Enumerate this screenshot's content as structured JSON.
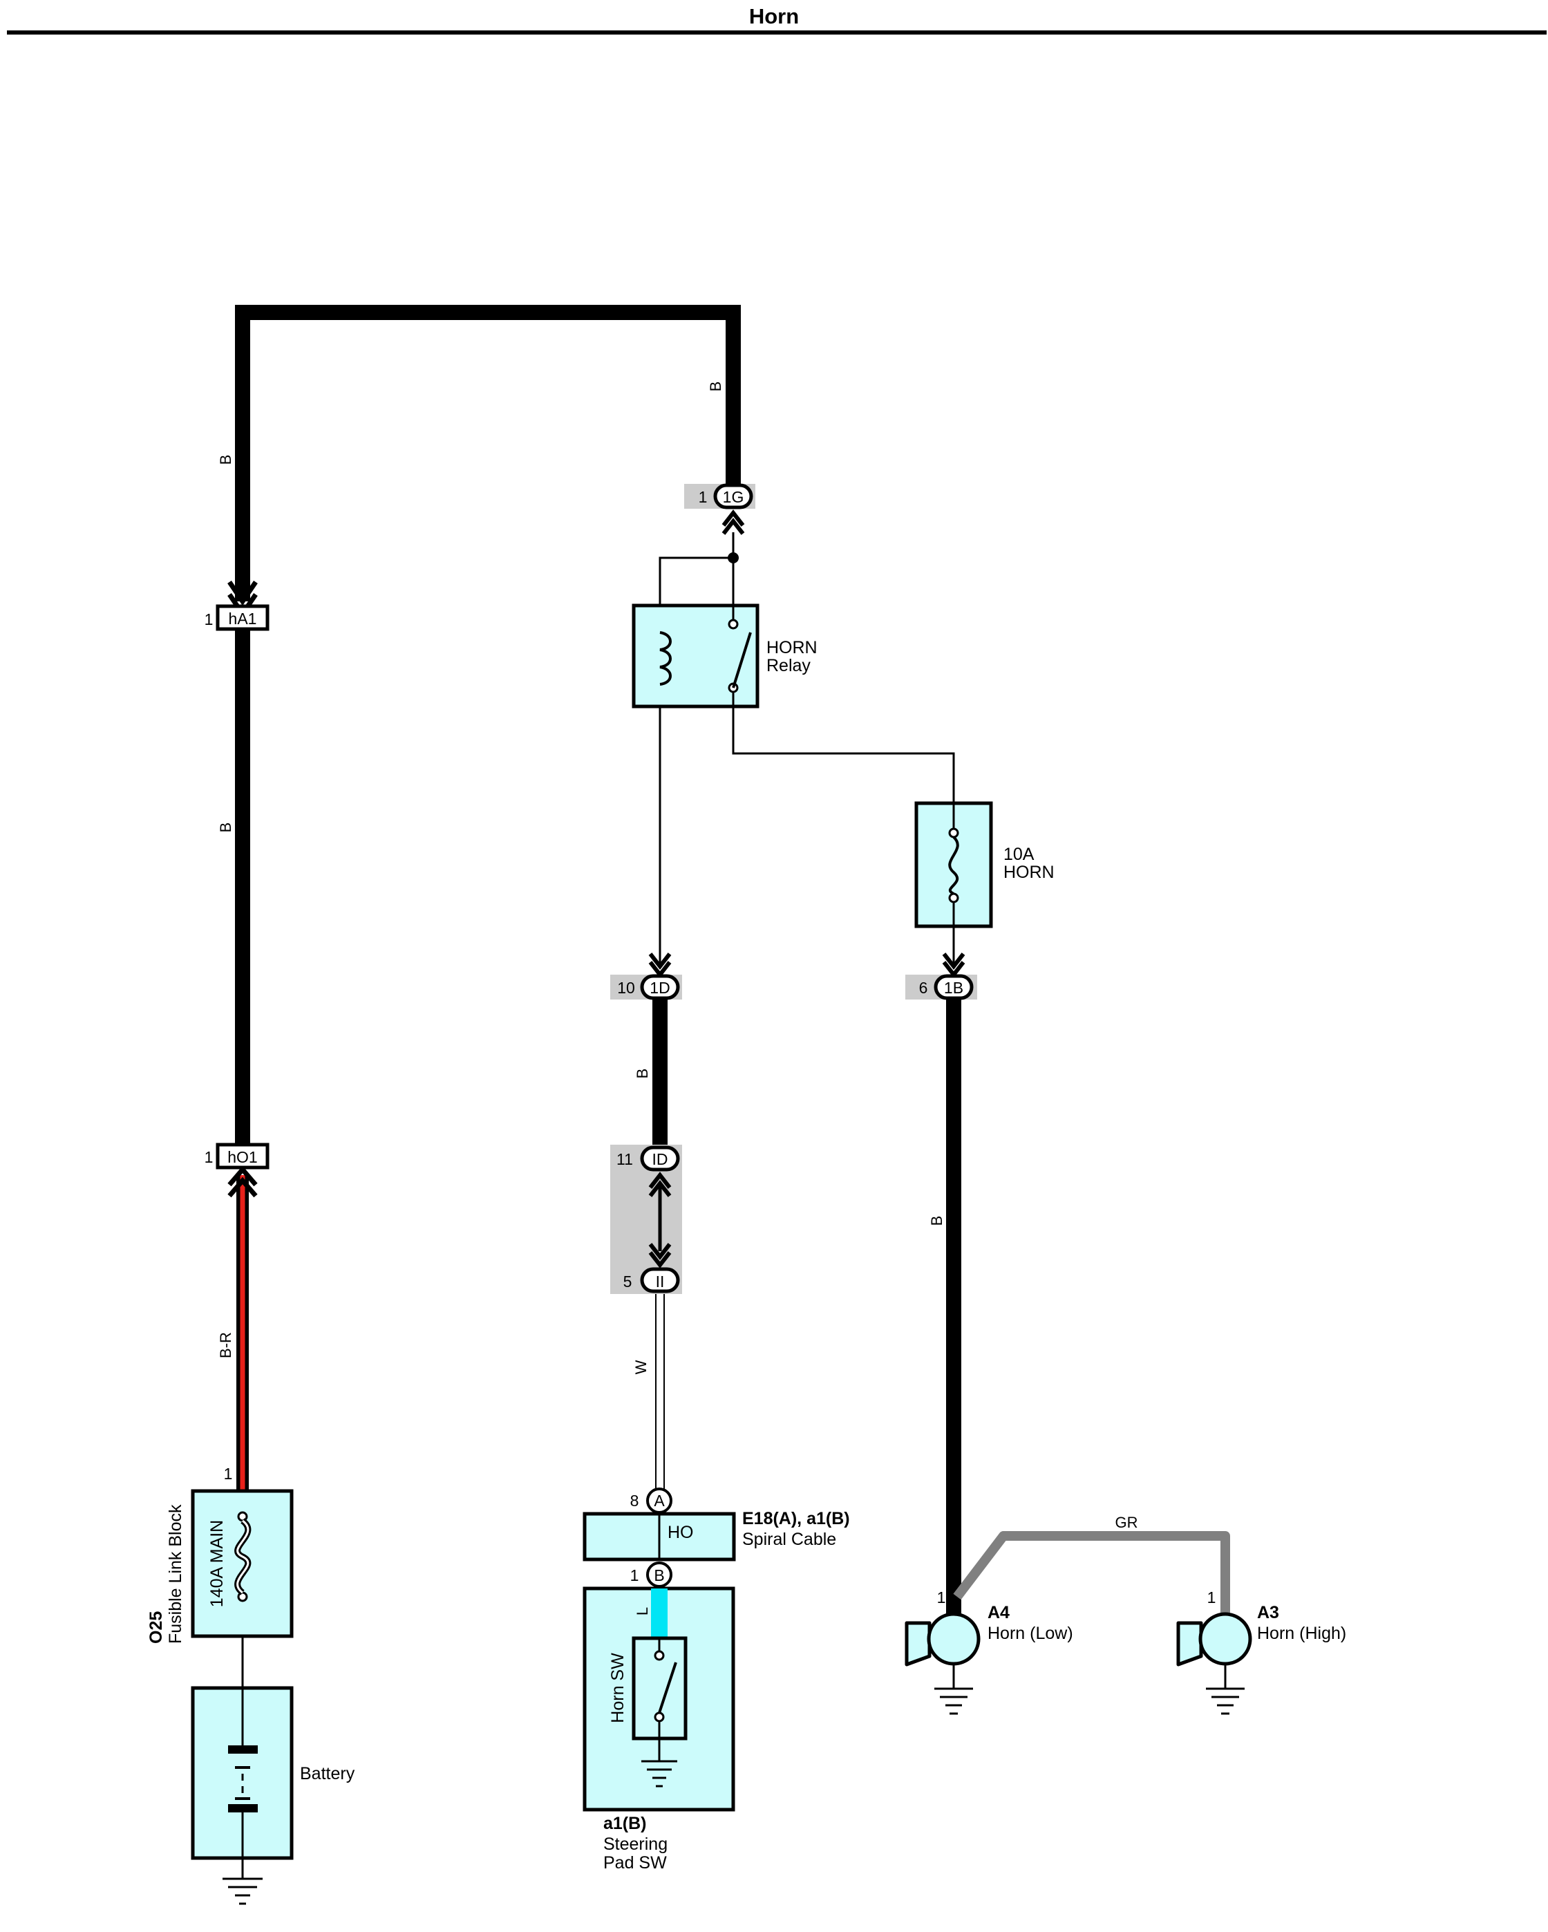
{
  "title": "Horn",
  "colors": {
    "component_fill": "#ccfbfb",
    "wire_black": "#000000",
    "wire_red": "#e8211a",
    "wire_light_blue": "#00e5f5",
    "wire_gray": "#808080",
    "connector_shade": "#cccccc"
  },
  "wire_labels": {
    "b_left_top": "B",
    "b_left_mid": "B",
    "b_relay_top": "B",
    "b_center_mid": "B",
    "b_right": "B",
    "br": "B-R",
    "w": "W",
    "l": "L",
    "gr": "GR"
  },
  "connectors": {
    "ha1": {
      "pin": "1",
      "code": "hA1"
    },
    "ho1": {
      "pin": "1",
      "code": "hO1"
    },
    "g1": {
      "pin": "1",
      "code": "1G"
    },
    "d1": {
      "pin": "10",
      "code": "1D"
    },
    "b1": {
      "pin": "6",
      "code": "1B"
    },
    "id": {
      "pin": "11",
      "code": "ID"
    },
    "ii": {
      "pin": "5",
      "code": "II"
    },
    "sa": {
      "pin": "8",
      "code": "A"
    },
    "sb": {
      "pin": "1",
      "code": "B"
    }
  },
  "components": {
    "relay": {
      "line1": "HORN",
      "line2": "Relay"
    },
    "fuse10": {
      "line1": "10A",
      "line2": "HORN"
    },
    "fusible": {
      "code": "O25",
      "name": "Fusible Link Block",
      "rating": "140A MAIN",
      "pin": "1"
    },
    "battery": {
      "name": "Battery"
    },
    "spiral": {
      "code": "E18(A), a1(B)",
      "name": "Spiral Cable",
      "inner": "HO"
    },
    "steering": {
      "code": "a1(B)",
      "name1": "Steering",
      "name2": "Pad SW",
      "switch": "Horn SW"
    },
    "horn_low": {
      "code": "A4",
      "name": "Horn (Low)",
      "pin": "1"
    },
    "horn_high": {
      "code": "A3",
      "name": "Horn (High)",
      "pin": "1"
    }
  }
}
